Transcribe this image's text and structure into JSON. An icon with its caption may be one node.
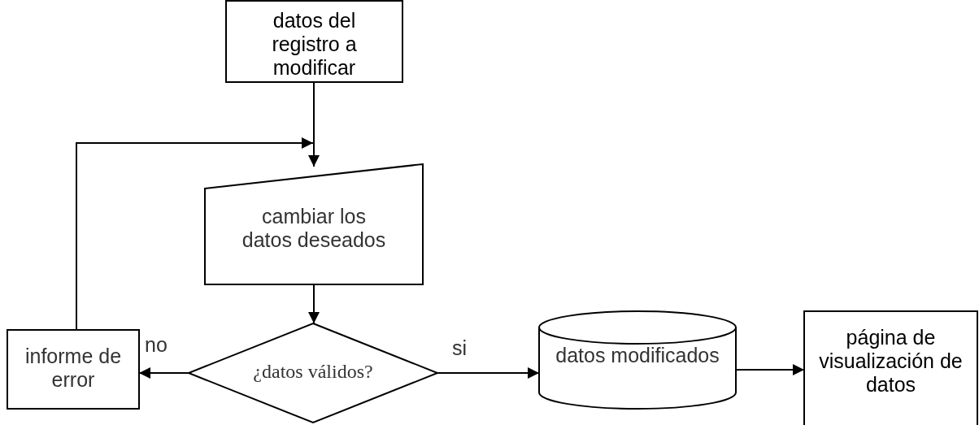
{
  "diagram": {
    "nodes": [
      {
        "text": [
          "datos del registro a modificar"
        ]
      },
      {
        "text": [
          "cambiar los datos deseados"
        ]
      },
      {
        "text": [
          "¿datos válidos?"
        ]
      },
      {
        "text": [
          "informe de error"
        ]
      },
      {
        "text": [
          "datos modificados"
        ]
      },
      {
        "text": [
          "página de visualización de datos"
        ]
      }
    ],
    "edges": [
      {
        "from": 0,
        "to": 1,
        "arrow": "to"
      },
      {
        "from": 1,
        "to": 2,
        "arrow": "to"
      },
      {
        "from": 2,
        "to": 3,
        "arrow": "to",
        "label": "no"
      },
      {
        "from": 2,
        "to": 4,
        "arrow": "to",
        "label": "si"
      },
      {
        "from": 4,
        "to": 5,
        "arrow": "to"
      },
      {
        "from": 3,
        "to": 1,
        "arrow": "to"
      }
    ]
  }
}
